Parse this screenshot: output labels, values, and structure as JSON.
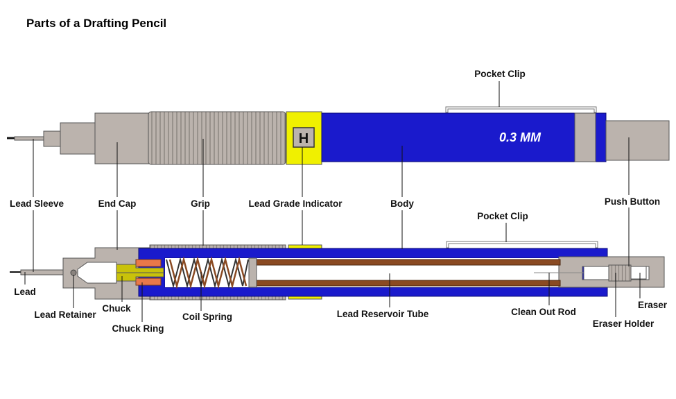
{
  "title": "Parts of a Drafting Pencil",
  "grade_letter": "H",
  "lead_size": "0.3 MM",
  "colors": {
    "body_blue": "#1a1acc",
    "grade_yellow": "#f0f000",
    "metal_gray": "#bbb3ad",
    "lead_tube_brown": "#8a4a22",
    "chuck_ring_orange": "#e8784a",
    "chuck_yellow": "#c9c20a"
  },
  "labels": {
    "lead_sleeve": "Lead Sleeve",
    "end_cap": "End Cap",
    "grip": "Grip",
    "lead_grade_indicator": "Lead Grade Indicator",
    "body": "Body",
    "pocket_clip_top": "Pocket Clip",
    "push_button": "Push Button",
    "pocket_clip_bottom": "Pocket Clip",
    "lead": "Lead",
    "lead_retainer": "Lead Retainer",
    "chuck": "Chuck",
    "chuck_ring": "Chuck Ring",
    "coil_spring": "Coil  Spring",
    "lead_reservoir_tube": "Lead Reservoir Tube",
    "clean_out_rod": "Clean Out Rod",
    "eraser_holder": "Eraser Holder",
    "eraser": "Eraser"
  }
}
